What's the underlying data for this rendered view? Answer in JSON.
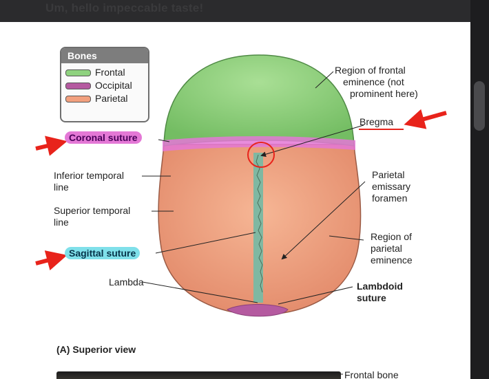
{
  "page": {
    "top_caption": "Um, hello impeccable taste!"
  },
  "legend": {
    "title": "Bones",
    "items": [
      {
        "label": "Frontal",
        "color": "#8fd27f"
      },
      {
        "label": "Occipital",
        "color": "#b55aa0"
      },
      {
        "label": "Parietal",
        "color": "#f2a07e"
      }
    ]
  },
  "labels": {
    "coronal_suture": "Coronal suture",
    "inferior_temporal_1": "Inferior temporal",
    "inferior_temporal_2": "line",
    "superior_temporal_1": "Superior temporal",
    "superior_temporal_2": "line",
    "sagittal_suture": "Sagittal suture",
    "lambda": "Lambda",
    "frontal_eminence_1": "Region of frontal",
    "frontal_eminence_2": "eminence (not",
    "frontal_eminence_3": "prominent here)",
    "bregma": "Bregma",
    "parietal_emissary_1": "Parietal",
    "parietal_emissary_2": "emissary",
    "parietal_emissary_3": "foramen",
    "parietal_eminence_1": "Region of",
    "parietal_eminence_2": "parietal",
    "parietal_eminence_3": "eminence",
    "lambdoid_1": "Lambdoid",
    "lambdoid_2": "suture",
    "figure_caption": "(A) Superior view",
    "frontal_bone": "Frontal bone"
  },
  "colors": {
    "frontal": "#8fd27f",
    "parietal": "#f2a07e",
    "occipital": "#b55aa0",
    "sagittal_band": "#7fb8a2",
    "highlight_pink": "#e478d6",
    "highlight_cyan": "#7fe0ea",
    "annotation_red": "#e8231b"
  }
}
